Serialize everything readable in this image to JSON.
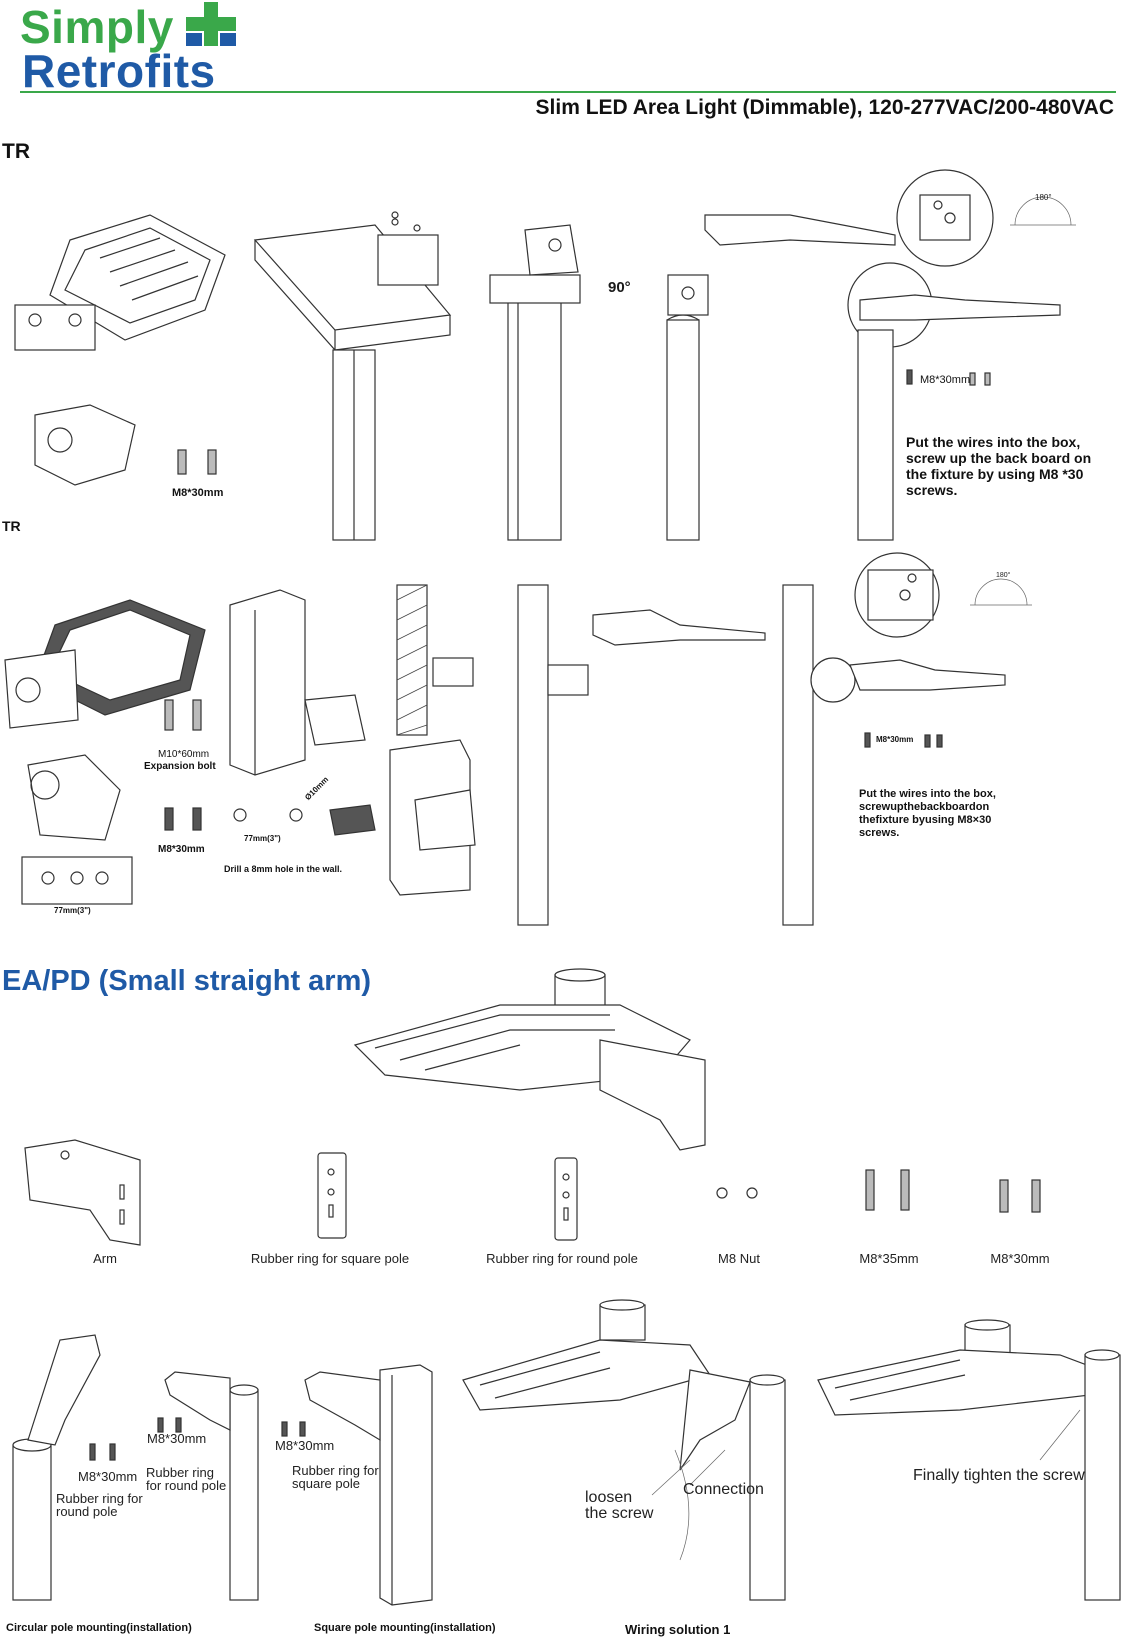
{
  "header": {
    "logo_line1": "Simply",
    "logo_line2": "Retrofits",
    "title": "Slim LED Area Light (Dimmable), 120-277VAC/200-480VAC",
    "brand_green": "#3aa84a",
    "brand_blue": "#1f5aa6"
  },
  "section_tr": {
    "heading": "TR",
    "screw_label": "M8*30mm",
    "angle_90": "90°",
    "angle_180": "180°",
    "screw_label_right": "M8*30mm",
    "instruction": "Put the wires into the box, screw up the back board on the fixture by using M8 *30 screws."
  },
  "section_tr_wall": {
    "heading": "TR",
    "expansion_size": "M10*60mm",
    "expansion_label": "Expansion bolt",
    "screw_label": "M8*30mm",
    "spacing_label": "77mm(3\")",
    "drill_size": "Ø10mm",
    "drill_note": "Drill a 8mm hole in the wall.",
    "bracket_spacing": "77mm(3\")",
    "angle_180": "180°",
    "screw_label_right": "M8*30mm",
    "instruction": "Put the wires into the box, screwupthebackboardon thefixture byusing M8×30 screws."
  },
  "section_ea": {
    "heading": "EA/PD (Small straight arm)",
    "parts": [
      "Arm",
      "Rubber ring for square pole",
      "Rubber ring for round pole",
      "M8 Nut",
      "M8*35mm",
      "M8*30mm"
    ],
    "circular_screw": "M8*30mm",
    "circular_ring": "Rubber ring for round pole",
    "round_screw": "M8*30mm",
    "round_ring": "Rubber ring for round pole",
    "square_screw": "M8*30mm",
    "square_ring": "Rubber ring for square pole",
    "loosen": "loosen the screw",
    "connection": "Connection",
    "tighten": "Finally tighten the screw",
    "cap_circular": "Circular pole mounting(installation)",
    "cap_square": "Square pole mounting(installation)",
    "cap_wiring": "Wiring solution 1"
  }
}
